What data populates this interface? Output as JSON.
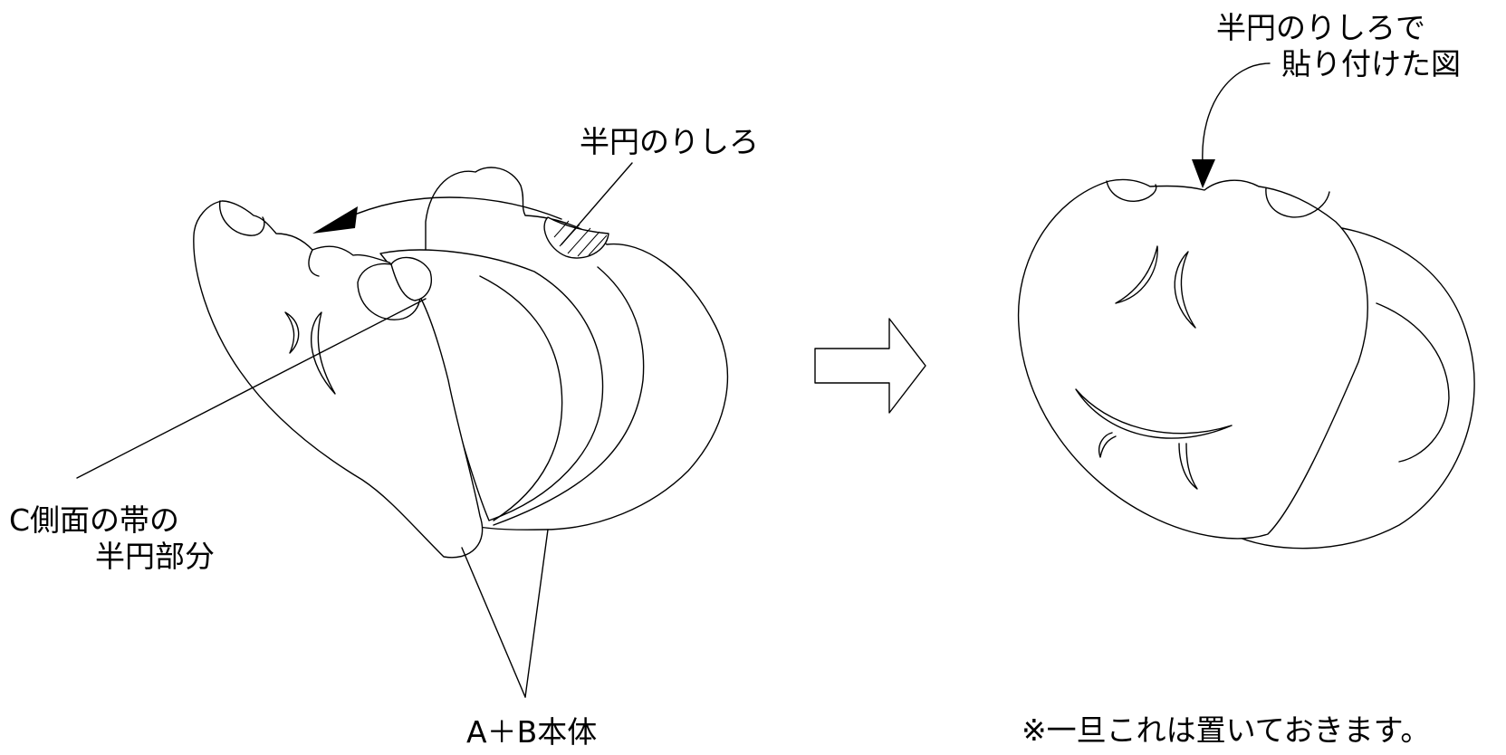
{
  "labels": {
    "margin_half_circle": "半円のりしろ",
    "side_band_line1": "C側面の帯の",
    "side_band_line2": "半円部分",
    "body_ab": "A＋B本体",
    "attached_line1": "半円のりしろで",
    "attached_line2": "貼り付けた図",
    "note": "※一旦これは置いておきます。"
  },
  "icons": {
    "transition_arrow": "right-arrow-icon",
    "fold_arrow": "curved-arrow-icon",
    "pointer_arrow": "curved-pointer-arrow-icon"
  },
  "colors": {
    "line": "#000000",
    "background": "#ffffff"
  }
}
